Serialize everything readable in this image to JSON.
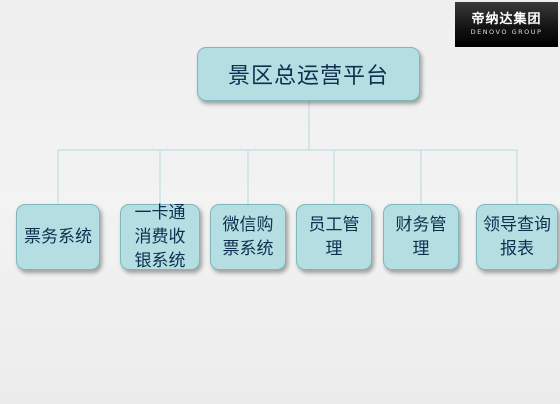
{
  "logo": {
    "main": "帝纳达集团",
    "sub": "DENOVO GROUP"
  },
  "root": {
    "label": "景区总运营平台"
  },
  "children": [
    {
      "label": "票务系统"
    },
    {
      "label": "一卡通消费收银系统"
    },
    {
      "label": "微信购票系统"
    },
    {
      "label": "员工管理"
    },
    {
      "label": "财务管理"
    },
    {
      "label": "领导查询报表"
    }
  ],
  "colors": {
    "node_fill": "#b4dee2",
    "node_border": "#7fb7bd",
    "text": "#0e2f4e",
    "connector": "#c8e2e4"
  }
}
